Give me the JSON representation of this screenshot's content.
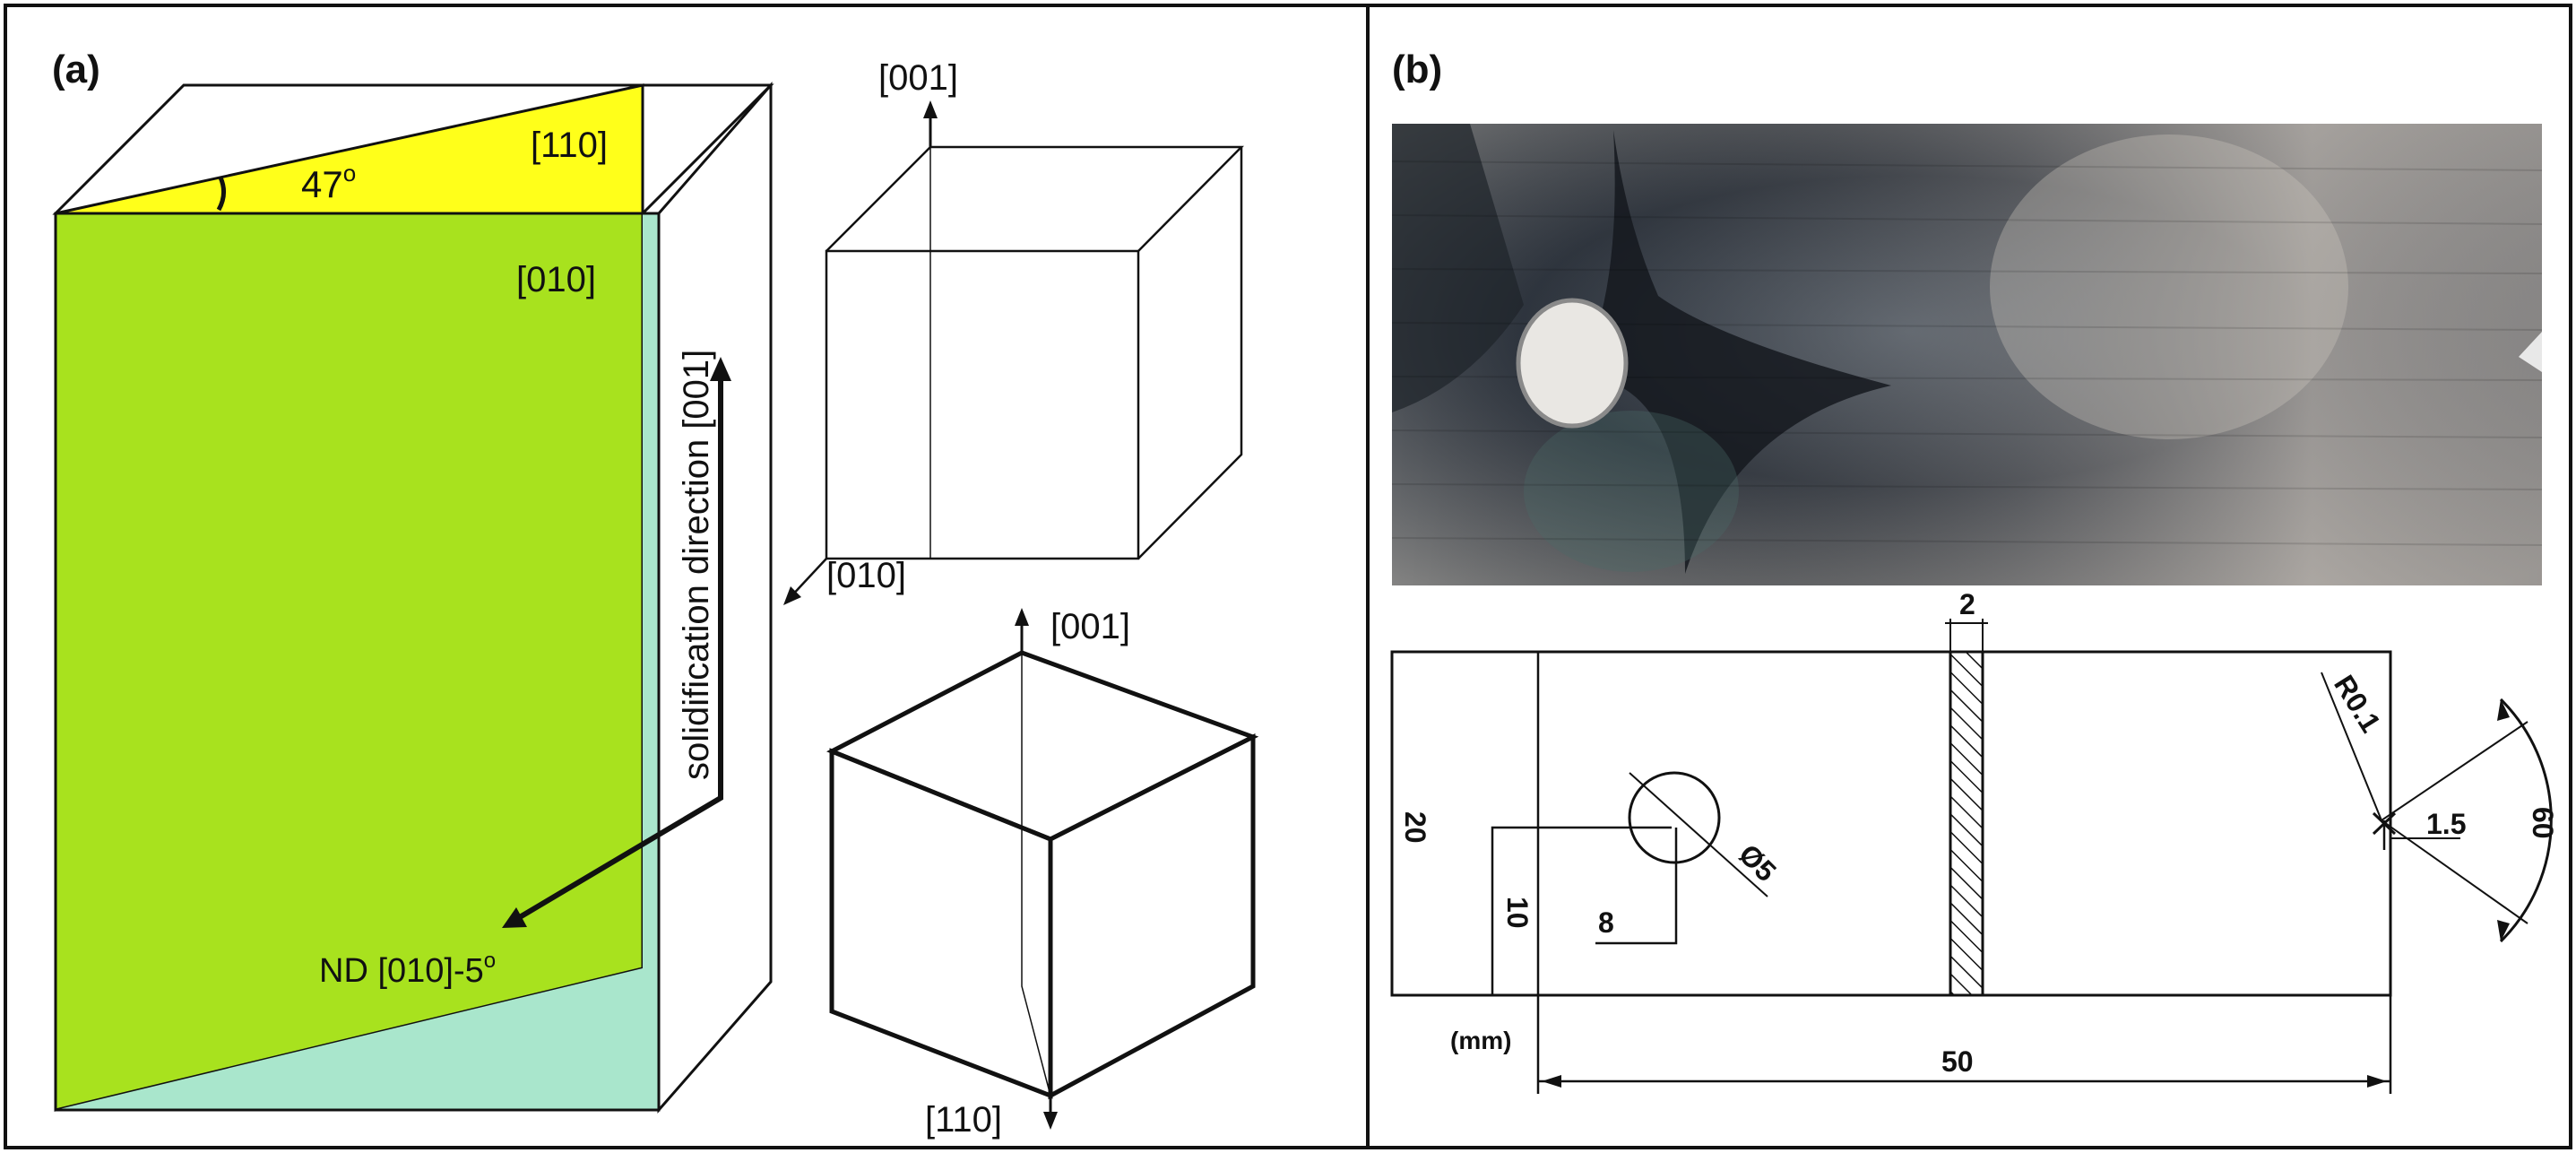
{
  "panel_a": {
    "label": "(a)",
    "angle_label": "47",
    "angle_sup": "o",
    "dir_110": "[110]",
    "dir_010": "[010]",
    "solidification": "solidification direction [001]",
    "nd_label": "ND [010]-5",
    "nd_sup": "o",
    "cube1_top": "[001]",
    "cube1_bottom": "[010]",
    "cube2_top": "[001]",
    "cube2_bottom": "[110]",
    "colors": {
      "green_face": "#a8e21e",
      "yellow_face": "#ffff1a",
      "teal_face": "#a9e6cc"
    }
  },
  "panel_b": {
    "label": "(b)",
    "drawing": {
      "dim_2": "2",
      "dim_r": "R0.1",
      "dim_20": "20",
      "dim_10": "10",
      "dim_8": "8",
      "dim_hole": "Ø5",
      "dim_15": "1.5",
      "dim_60": "60",
      "units": "(mm)",
      "dim_50": "50"
    }
  }
}
